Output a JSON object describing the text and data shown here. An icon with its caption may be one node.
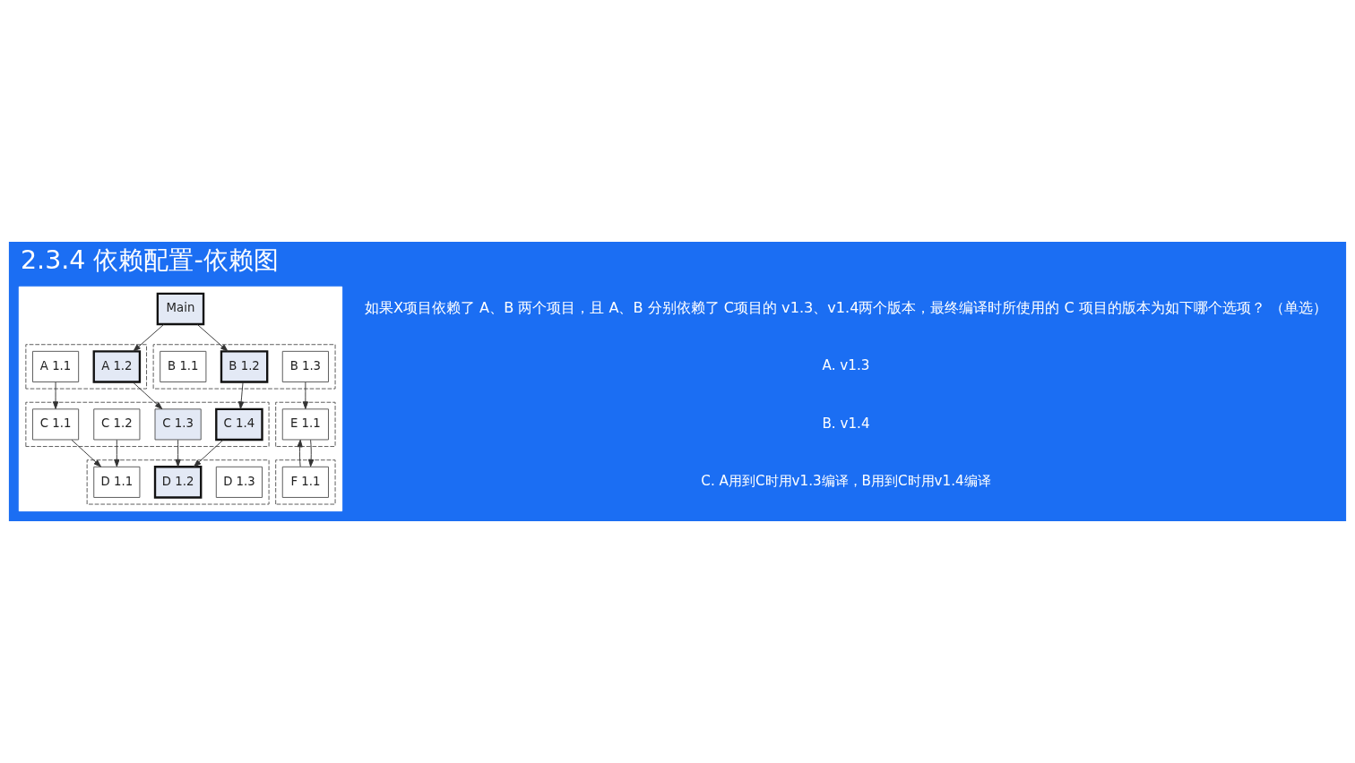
{
  "diagram": {
    "title": "2.3.4 依赖配置-依赖图",
    "nodes": [
      {
        "text": [],
        "shape": "box"
      },
      {
        "text": [
          "Main"
        ],
        "in": 0
      },
      {
        "text": [],
        "shape": "box",
        "in": 0
      },
      {
        "text": [
          "A 1.1"
        ],
        "in": 2
      },
      {
        "text": [
          "A 1.2"
        ],
        "in": 2
      },
      {
        "text": [],
        "shape": "box",
        "in": 0
      },
      {
        "text": [
          "B 1.1"
        ],
        "in": 5
      },
      {
        "text": [
          "B 1.2"
        ],
        "in": 5
      },
      {
        "text": [
          "B 1.3"
        ],
        "in": 5
      },
      {
        "text": [],
        "shape": "box",
        "in": 0
      },
      {
        "text": [
          "C 1.1"
        ],
        "in": 9
      },
      {
        "text": [
          "C 1.2"
        ],
        "in": 9
      },
      {
        "text": [
          "C 1.3"
        ],
        "in": 9
      },
      {
        "text": [
          "C 1.4"
        ],
        "in": 9
      },
      {
        "text": [],
        "shape": "box",
        "in": 0
      },
      {
        "text": [
          "E 1.1"
        ],
        "in": 14
      },
      {
        "text": [],
        "shape": "box",
        "in": 0
      },
      {
        "text": [
          "D 1.1"
        ],
        "in": 16
      },
      {
        "text": [
          "D 1.2"
        ],
        "in": 16
      },
      {
        "text": [
          "D 1.3"
        ],
        "in": 16
      },
      {
        "text": [],
        "shape": "box",
        "in": 0
      },
      {
        "text": [
          "F 1.1"
        ],
        "in": 20
      }
    ],
    "edges": [
      {
        "from": 1,
        "to": 4,
        "arrow": "to"
      },
      {
        "from": 1,
        "to": 7,
        "arrow": "to"
      },
      {
        "from": 3,
        "to": 10,
        "arrow": "to"
      },
      {
        "from": 4,
        "to": 12,
        "arrow": "to"
      },
      {
        "from": 7,
        "to": 13,
        "arrow": "to"
      },
      {
        "from": 8,
        "to": 15,
        "arrow": "to"
      },
      {
        "from": 10,
        "to": 17,
        "arrow": "to"
      },
      {
        "from": 11,
        "to": 17,
        "arrow": "to"
      },
      {
        "from": 12,
        "to": 18,
        "arrow": "to"
      },
      {
        "from": 13,
        "to": 18,
        "arrow": "to"
      },
      {
        "from": 15,
        "to": 21,
        "arrow": "to"
      },
      {
        "from": 21,
        "to": 15,
        "arrow": "to"
      }
    ],
    "labels": [
      "如果X项目依赖了 A、B 两个项目，且 A、B 分别依赖了 C项目的 v1.3、v1.4两个版本，最终编译时所使用的 C 项目的版本为如下哪个选项？ （单选）",
      "A. v1.3",
      "B. v1.4",
      "C. A用到C时用v1.3编译，B用到C时用v1.4编译"
    ]
  }
}
